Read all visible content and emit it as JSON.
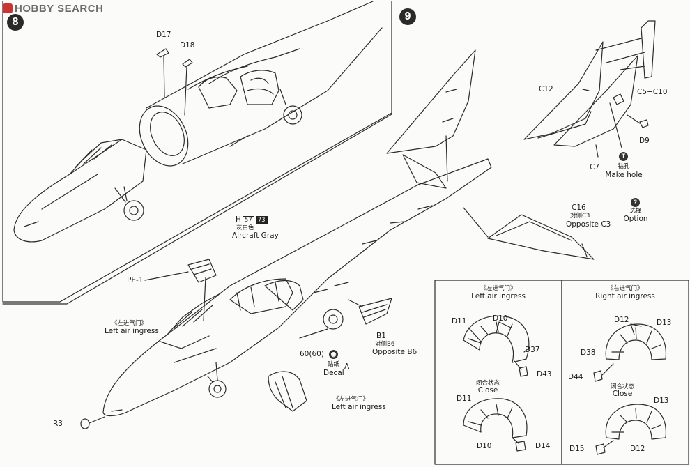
{
  "watermark": "HOBBY SEARCH",
  "steps": {
    "s8": "8",
    "s9": "9"
  },
  "labels": {
    "d17": "D17",
    "d18": "D18",
    "c12": "C12",
    "c5c10": "C5+C10",
    "d9": "D9",
    "c7": "C7",
    "drill_cn": "钻孔",
    "drill_en": "Make hole",
    "option_cn": "选择",
    "option_en": "Option",
    "c16": "C16",
    "opp_c3_cn": "对侧C3",
    "opp_c3_en": "Opposite C3",
    "h_part": "H",
    "paint_57": "57",
    "paint_73": "73",
    "gray_cn": "灰白色",
    "gray_en": "Aircraft Gray",
    "pe1": "PE-1",
    "left_air_cn": "《左进气门》",
    "left_air_en": "Left air ingress",
    "b1": "B1",
    "opp_b6_cn": "对侧B6",
    "opp_b6_en": "Opposite B6",
    "p6060": "60(60)",
    "decal_cn": "贴纸",
    "decal_en": "Decal",
    "decal_a": "A",
    "r3": "R3",
    "left_air2_cn": "《左进气门》",
    "left_air2_en": "Left air ingress"
  },
  "inset_left": {
    "title_cn": "《左进气门》",
    "title_en": "Left air ingress",
    "d11": "D11",
    "d10": "D10",
    "d37": "D37",
    "d43": "D43",
    "close_cn": "闭合状态",
    "close_en": "Close",
    "d11b": "D11",
    "d10b": "D10",
    "d14": "D14"
  },
  "inset_right": {
    "title_cn": "《右进气门》",
    "title_en": "Right air ingress",
    "d12": "D12",
    "d13": "D13",
    "d38": "D38",
    "d44": "D44",
    "close_cn": "闭合状态",
    "close_en": "Close",
    "d13b": "D13",
    "d15": "D15",
    "d12b": "D12"
  },
  "icons": {
    "drill": "T",
    "option": "?",
    "decal": "◉"
  }
}
